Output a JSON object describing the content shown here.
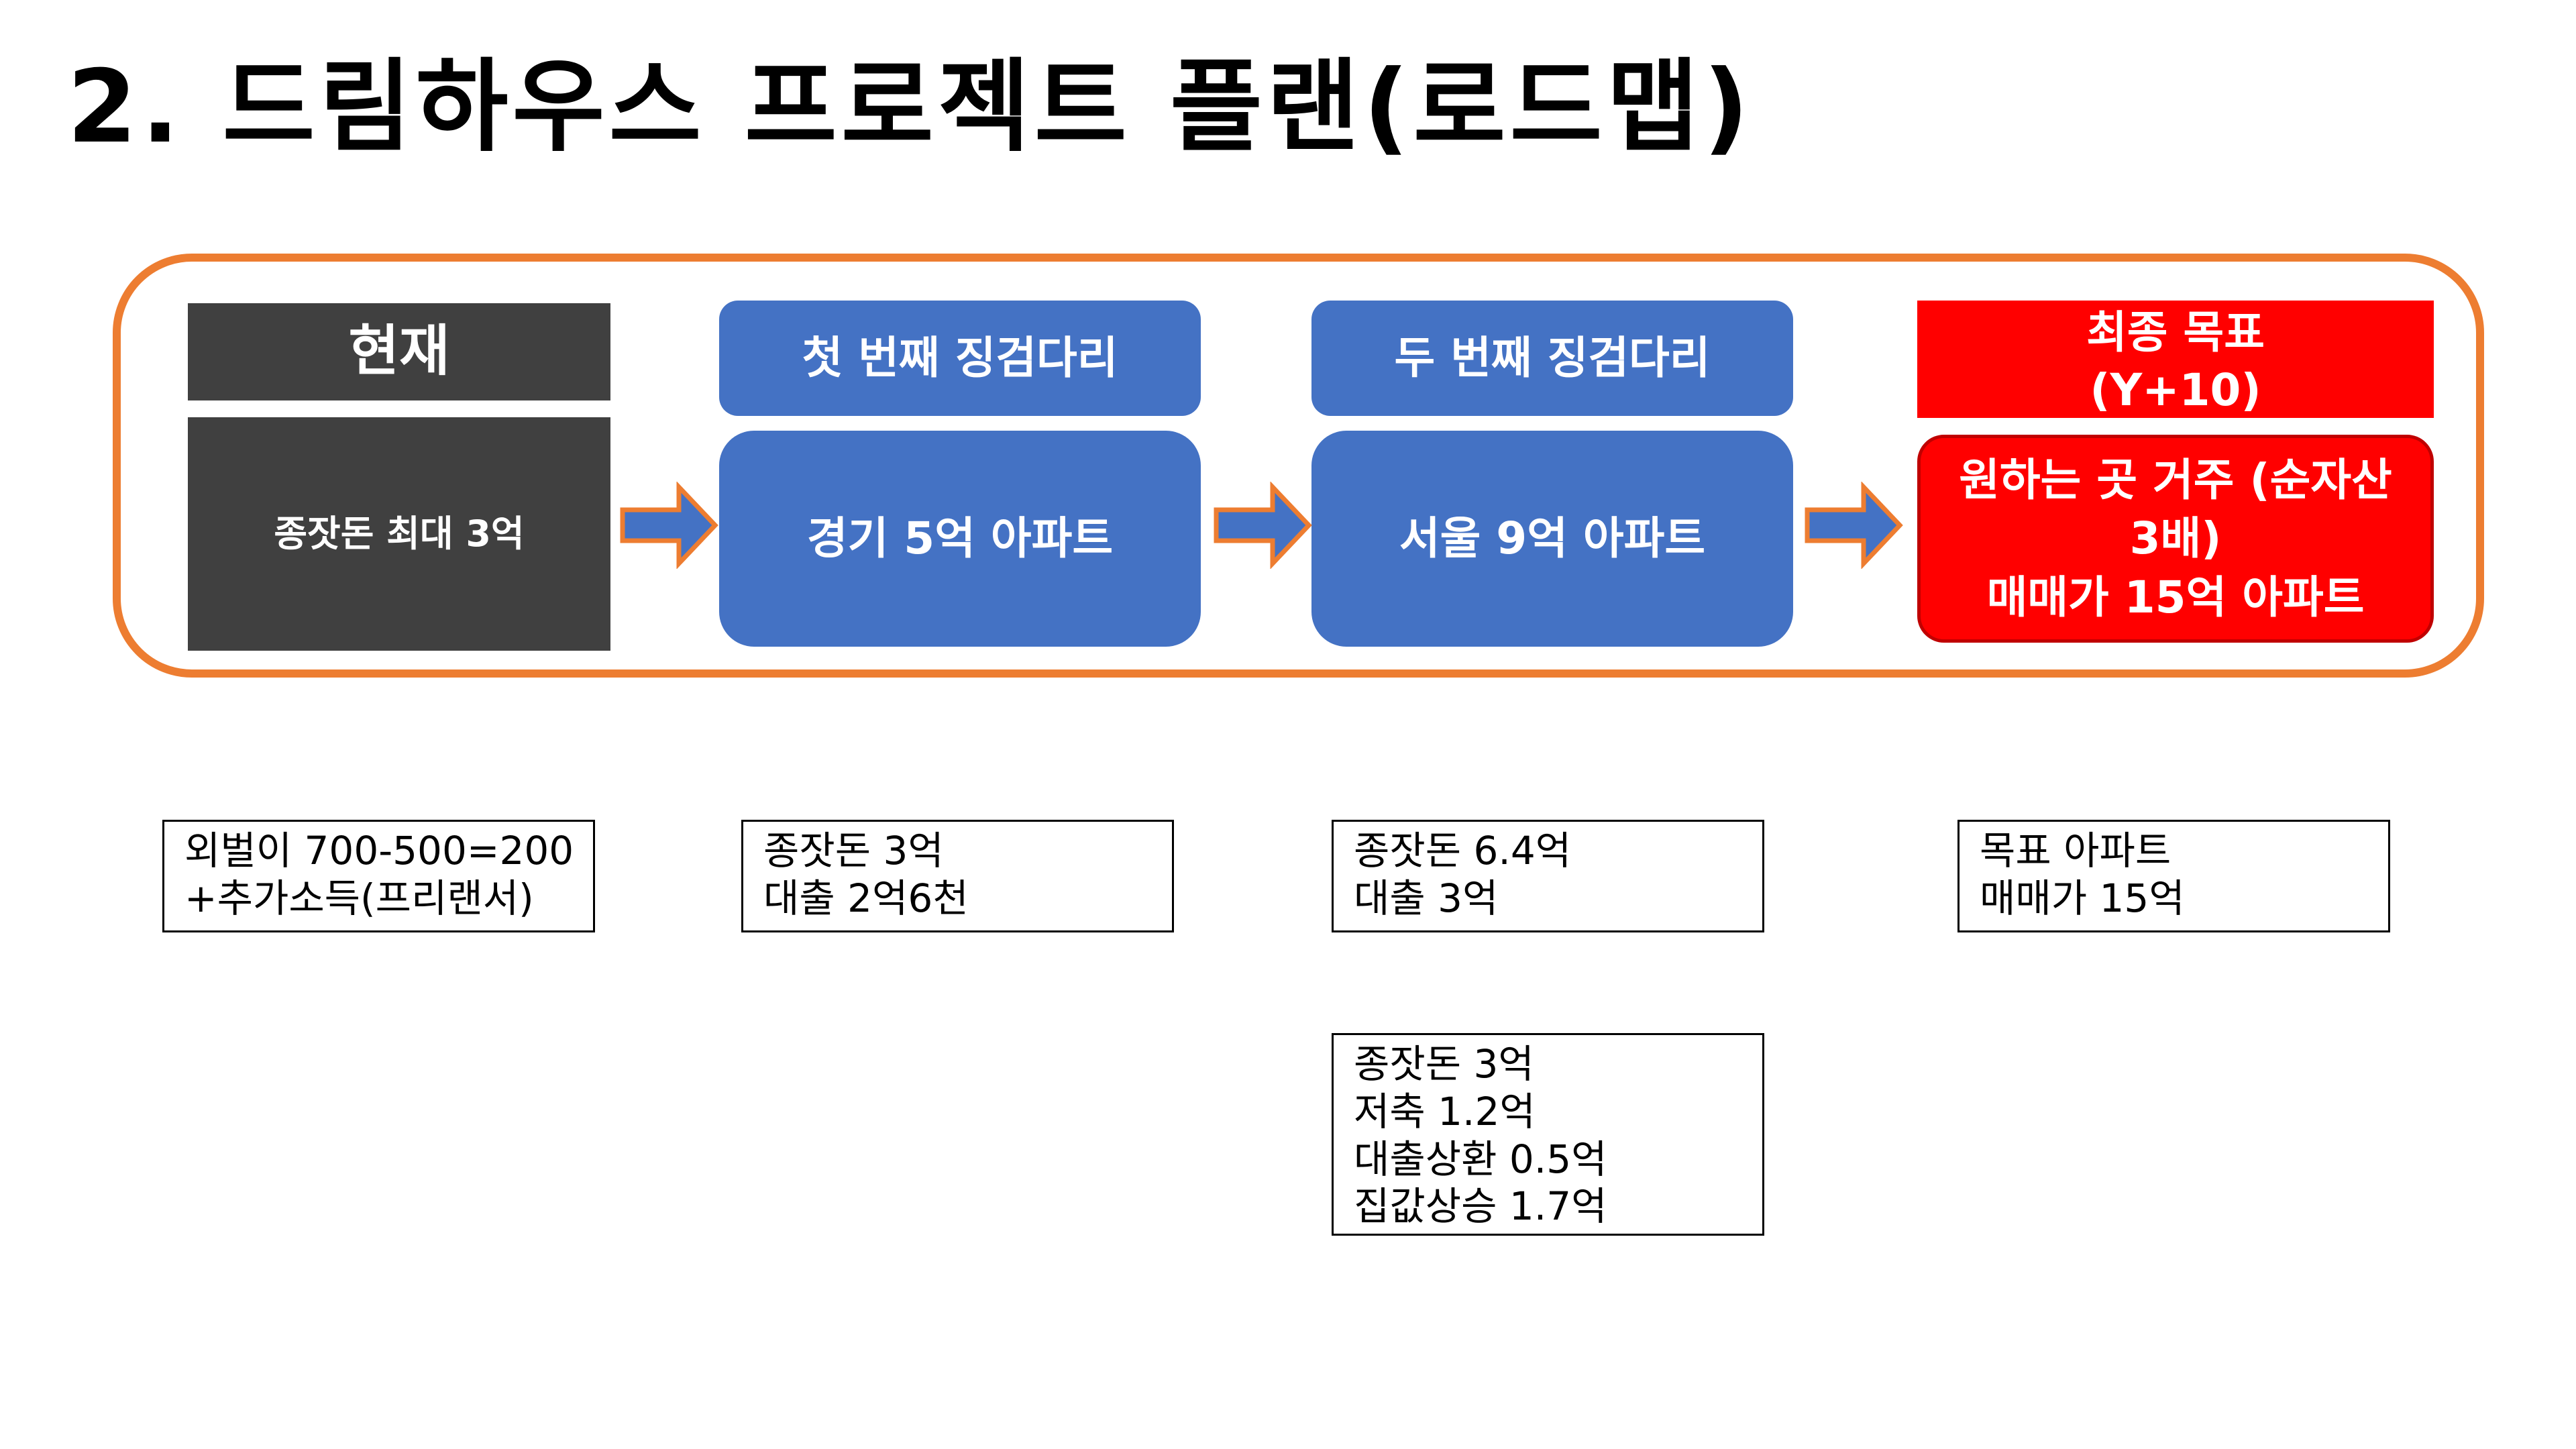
{
  "slide": {
    "title": "2. 드림하우스 프로젝트 플랜(로드맵)"
  },
  "colors": {
    "frame_orange": "#ed7d31",
    "current_dark": "#404040",
    "bridge_blue": "#4472c4",
    "goal_red": "#ff0000",
    "arrow_fill": "#4472c4",
    "arrow_outline": "#ed7d31"
  },
  "stages": [
    {
      "header": "현재",
      "body": "종잣돈 최대 3억"
    },
    {
      "header": "첫 번째 징검다리",
      "body": "경기 5억 아파트"
    },
    {
      "header": "두 번째 징검다리",
      "body": "서울 9억 아파트"
    },
    {
      "header_line1": "최종 목표",
      "header_line2": "(Y+10)",
      "body_line1": "원하는 곳 거주 (순자산",
      "body_line2": "3배)",
      "body_line3": "매매가 15억 아파트"
    }
  ],
  "arrows": [
    {
      "icon": "right-arrow-icon"
    },
    {
      "icon": "right-arrow-icon"
    },
    {
      "icon": "right-arrow-icon"
    }
  ],
  "notes": [
    {
      "lines": [
        "외벌이 700-500=200",
        "+추가소득(프리랜서)"
      ]
    },
    {
      "lines": [
        "종잣돈 3억",
        "대출 2억6천"
      ]
    },
    {
      "lines": [
        "종잣돈 6.4억",
        "대출 3억"
      ]
    },
    {
      "lines": [
        "목표 아파트",
        "매매가 15억"
      ]
    },
    {
      "lines": [
        "종잣돈 3억",
        "저축 1.2억",
        "대출상환 0.5억",
        "집값상승 1.7억"
      ]
    }
  ]
}
